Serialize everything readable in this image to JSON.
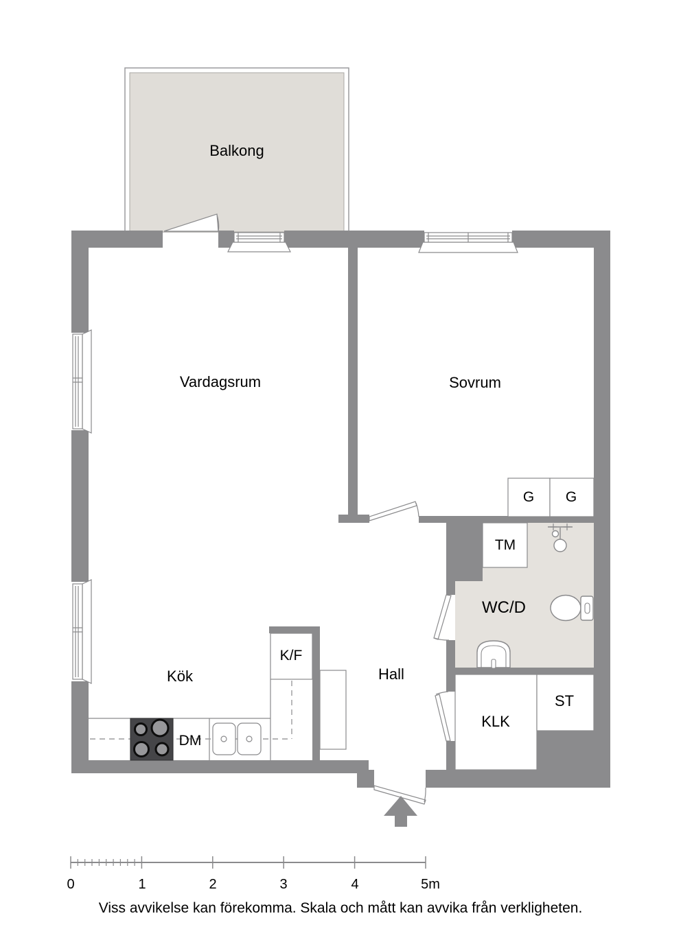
{
  "rooms": {
    "balkong": {
      "label": "Balkong"
    },
    "vardagsrum": {
      "label": "Vardagsrum"
    },
    "sovrum": {
      "label": "Sovrum"
    },
    "kok": {
      "label": "Kök"
    },
    "hall": {
      "label": "Hall"
    },
    "wcd": {
      "label": "WC/D"
    },
    "klk": {
      "label": "KLK"
    },
    "st": {
      "label": "ST"
    }
  },
  "fixtures": {
    "tm": {
      "label": "TM"
    },
    "kf": {
      "label": "K/F"
    },
    "dm": {
      "label": "DM"
    },
    "g_left": {
      "label": "G"
    },
    "g_right": {
      "label": "G"
    }
  },
  "scale_bar": {
    "labels": [
      "0",
      "1",
      "2",
      "3",
      "4",
      "5m"
    ]
  },
  "disclaimer": "Viss avvikelse kan förekomma. Skala och mått kan avvika från verkligheten.",
  "colors": {
    "wall": "#8b8b8d",
    "balcony_floor": "#e0ddd8",
    "bathroom_floor": "#e5e2dd",
    "outline": "#8a8a8c",
    "stove": "#454548",
    "burner": "#97979a"
  }
}
